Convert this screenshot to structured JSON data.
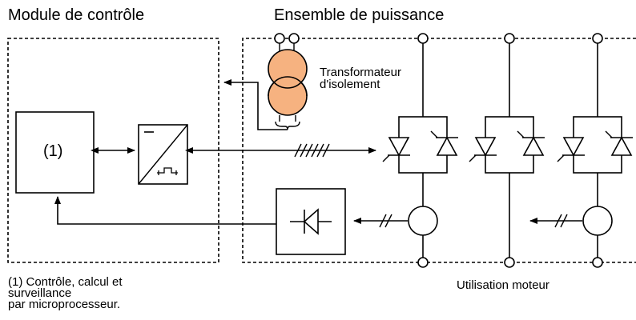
{
  "titles": {
    "control_module": "Module de contrôle",
    "power_assembly": "Ensemble de puissance"
  },
  "transformer": {
    "line1": "Transformateur",
    "line2": "d'isolement"
  },
  "control_block_label": "(1)",
  "footnote": {
    "line1": "(1) Contrôle, calcul et",
    "line2": "surveillance",
    "line3": "par microprocesseur."
  },
  "motor_label": "Utilisation moteur",
  "colors": {
    "line": "#000000",
    "transformer_fill": "#f6b280",
    "background": "#ffffff"
  }
}
